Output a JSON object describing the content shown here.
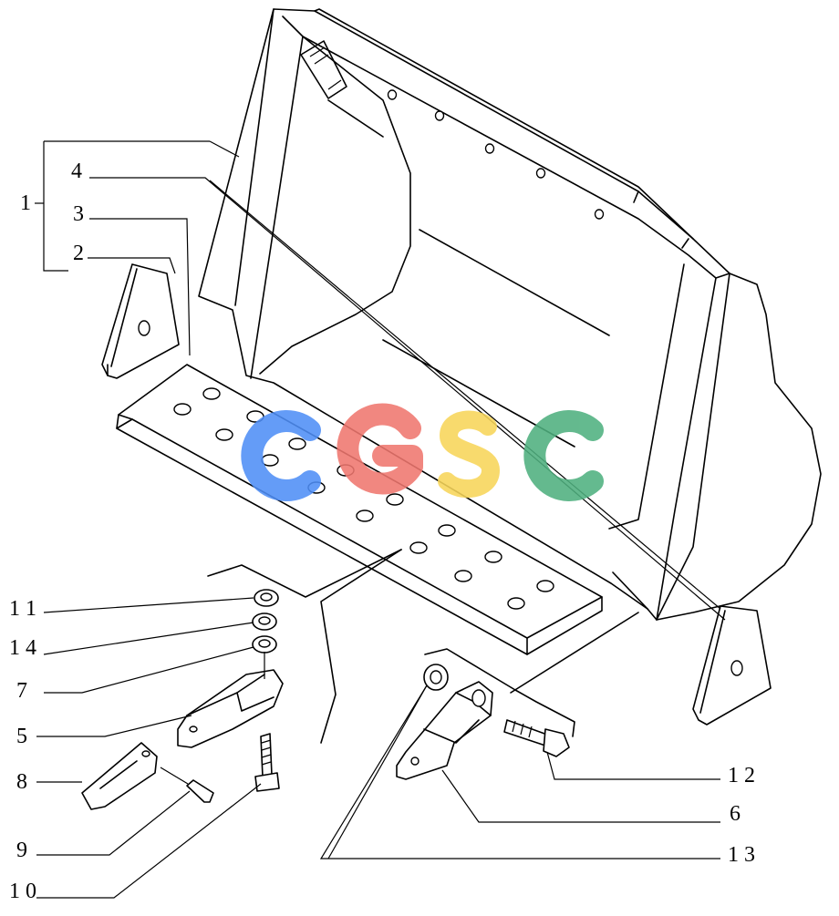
{
  "callouts": [
    {
      "id": "1",
      "label": "1"
    },
    {
      "id": "2",
      "label": "2"
    },
    {
      "id": "3",
      "label": "3"
    },
    {
      "id": "4",
      "label": "4"
    },
    {
      "id": "5",
      "label": "5"
    },
    {
      "id": "6",
      "label": "6"
    },
    {
      "id": "7",
      "label": "7"
    },
    {
      "id": "8",
      "label": "8"
    },
    {
      "id": "9",
      "label": "9"
    },
    {
      "id": "10",
      "label": "1 0"
    },
    {
      "id": "11",
      "label": "1 1"
    },
    {
      "id": "12",
      "label": "1 2"
    },
    {
      "id": "13",
      "label": "1 3"
    },
    {
      "id": "14",
      "label": "1 4"
    }
  ],
  "watermark": {
    "letters": [
      "C",
      "G",
      "S",
      "C"
    ],
    "colors": [
      "#4f8ff7",
      "#f0776f",
      "#f8d65a",
      "#4fb07f"
    ]
  }
}
